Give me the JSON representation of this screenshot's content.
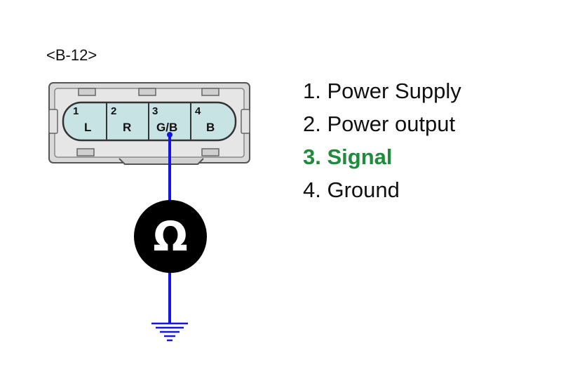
{
  "connector": {
    "id": "<B-12>",
    "pins": [
      {
        "number": "1",
        "color": "L"
      },
      {
        "number": "2",
        "color": "R"
      },
      {
        "number": "3",
        "color": "G/B"
      },
      {
        "number": "4",
        "color": "B"
      }
    ]
  },
  "meter": {
    "symbol": "Ω",
    "icon": "ohmmeter-icon"
  },
  "ground": {
    "icon": "ground-icon"
  },
  "legend": {
    "items": [
      {
        "label": "1. Power Supply"
      },
      {
        "label": "2. Power output"
      },
      {
        "label": "3. Signal",
        "highlighted": true
      },
      {
        "label": "4. Ground"
      }
    ]
  },
  "colors": {
    "wire": "#1414e6",
    "highlight": "#1e8c3a",
    "connector_body": "#dcdcdc",
    "pin_cavity": "#c8e3e3"
  }
}
